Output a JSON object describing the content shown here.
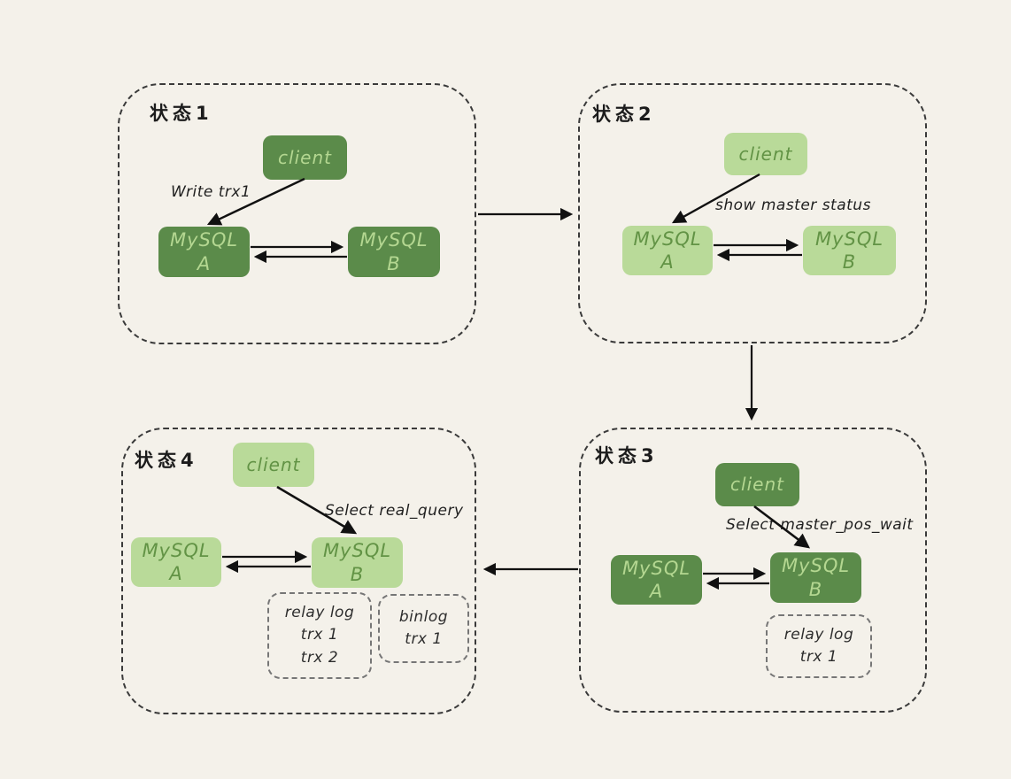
{
  "colors": {
    "background": "#f4f1ea",
    "dark_green": "#5b8b4a",
    "light_green": "#b9da99",
    "text_on_dark_green": "#b4d791",
    "text_on_light_green": "#629345",
    "arrow": "#111111",
    "dashed_border": "#3a3a3a"
  },
  "states": [
    {
      "title": "状态1",
      "theme": "dark",
      "client_label": "client",
      "action_label": "Write trx1",
      "node_a": {
        "name": "MySQL",
        "id": "A"
      },
      "node_b": {
        "name": "MySQL",
        "id": "B"
      }
    },
    {
      "title": "状态2",
      "theme": "light",
      "client_label": "client",
      "action_label": "show master status",
      "node_a": {
        "name": "MySQL",
        "id": "A"
      },
      "node_b": {
        "name": "MySQL",
        "id": "B"
      }
    },
    {
      "title": "状态3",
      "theme": "dark",
      "client_label": "client",
      "action_label": "Select master_pos_wait",
      "node_a": {
        "name": "MySQL",
        "id": "A"
      },
      "node_b": {
        "name": "MySQL",
        "id": "B"
      },
      "logs": [
        {
          "line1": "relay log",
          "line2": "trx 1"
        }
      ]
    },
    {
      "title": "状态4",
      "theme": "light",
      "client_label": "client",
      "action_label": "Select real_query",
      "node_a": {
        "name": "MySQL",
        "id": "A"
      },
      "node_b": {
        "name": "MySQL",
        "id": "B"
      },
      "logs": [
        {
          "line1": "relay log",
          "line2": "trx 1",
          "line3": "trx 2"
        },
        {
          "line1": "binlog",
          "line2": "trx 1"
        }
      ]
    }
  ]
}
